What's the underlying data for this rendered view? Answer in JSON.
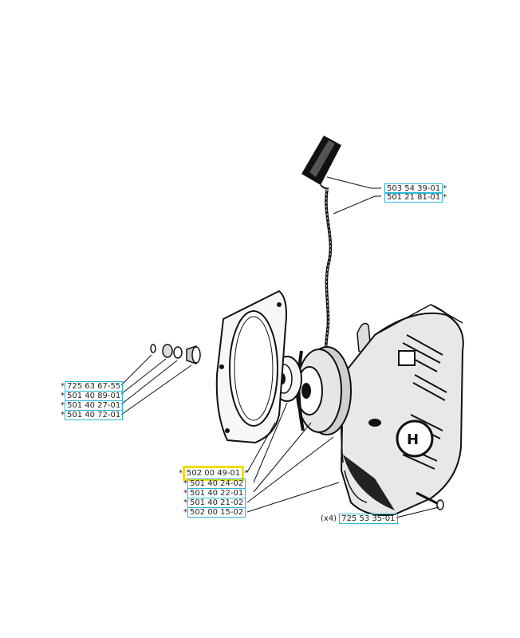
{
  "colors": {
    "link_box": "#29b6d8",
    "highlight_box": "#f5dc00",
    "ink": "#111111"
  },
  "labels": {
    "handle_503": {
      "prefix": "",
      "number": "503 54 39-01",
      "suffix": "*"
    },
    "rope_501": {
      "prefix": "",
      "number": "501 21 81-01",
      "suffix": "*"
    },
    "washer_725": {
      "prefix": "*",
      "number": "725 63 67-55",
      "suffix": ""
    },
    "nut_501_89": {
      "prefix": "*",
      "number": "501 40 89-01",
      "suffix": ""
    },
    "spring_501_27": {
      "prefix": "*",
      "number": "501 40 27-01",
      "suffix": ""
    },
    "bushing_501_72": {
      "prefix": "*",
      "number": "501 40 72-01",
      "suffix": ""
    },
    "gasket_502_49": {
      "prefix": "*",
      "number": "502 00 49-01",
      "suffix": "*"
    },
    "pulley_501_24": {
      "prefix": "*",
      "number": "501 40 24-02",
      "suffix": ""
    },
    "spring_501_22": {
      "prefix": "*",
      "number": "501 40 22-01",
      "suffix": ""
    },
    "pawl_501_21": {
      "prefix": "*",
      "number": "501 40 21-02",
      "suffix": ""
    },
    "housing_502_15": {
      "prefix": "*",
      "number": "502 00 15-02",
      "suffix": ""
    },
    "screw_725_53": {
      "prefix": "(x4) ",
      "number": "725 53 35-01",
      "suffix": ""
    }
  }
}
